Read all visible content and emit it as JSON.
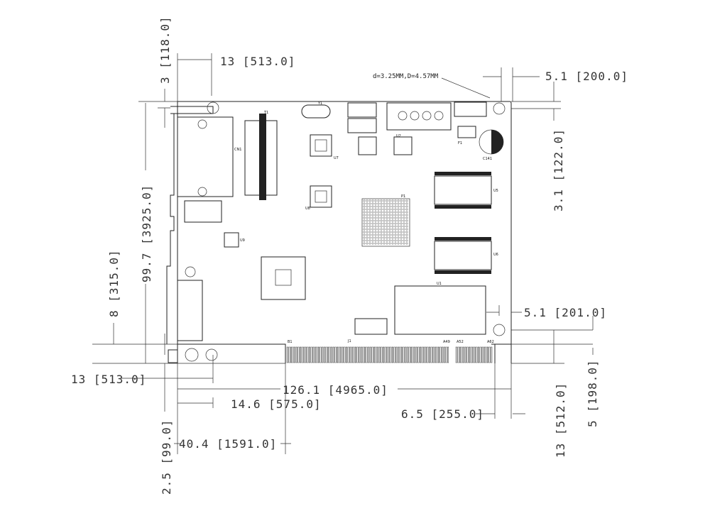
{
  "drawing": {
    "note": "d=3.25MM,D=4.57MM",
    "dimensions": {
      "top_bracket_width": "13 [513.0]",
      "top_offset": "3 [118.0]",
      "right_hole_offset": "5.1 [200.0]",
      "right_top_vertical": "3.1 [122.0]",
      "board_height": "99.7 [3925.0]",
      "left_lower": "8 [315.0]",
      "right_hole_lower": "5.1 [201.0]",
      "bottom_bracket_width": "13 [513.0]",
      "board_length": "126.1 [4965.0]",
      "bracket_to_hole": "14.6 [575.0]",
      "right_edge_offset": "6.5 [255.0]",
      "bottom_left_vertical": "2.5 [99.0]",
      "edge_to_finger": "40.4 [1591.0]",
      "right_finger_vertical": "13 [512.0]",
      "right_bottom_vertical": "5 [198.0]"
    },
    "components": {
      "u1": "U1",
      "u2": "U2",
      "u5": "U5",
      "u6": "U6",
      "u7": "U7",
      "u8": "U8",
      "u9": "U9",
      "p1": "P1",
      "j1": "J1",
      "t1": "T1",
      "y1": "Y1",
      "cn1": "CN1",
      "f1": "F1",
      "ca1": "C141",
      "b1": "B1",
      "a49": "A49",
      "a52": "A52",
      "a62": "A62"
    }
  }
}
